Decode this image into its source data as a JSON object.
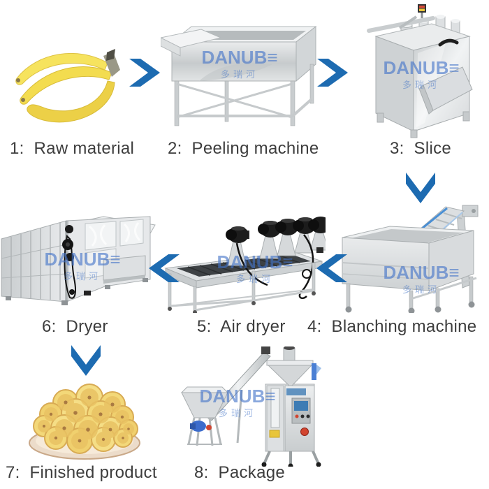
{
  "background": "#ffffff",
  "colors": {
    "arrow_blue": "#1d6bb1",
    "label_text": "#3d3d3d",
    "watermark_blue": "#4273c8"
  },
  "watermark": {
    "brand": "DANUBE",
    "brand_display": "DANUB≡",
    "chinese": "多瑞河"
  },
  "steps": [
    {
      "label": "1:  Raw material",
      "item": "bananas"
    },
    {
      "label": "2:  Peeling machine",
      "item": "peeling machine"
    },
    {
      "label": "3:  Slice",
      "item": "slicing machine"
    },
    {
      "label": "4:  Blanching machine",
      "item": "blanching machine"
    },
    {
      "label": "5:  Air dryer",
      "item": "air drying conveyor"
    },
    {
      "label": "6:  Dryer",
      "item": "tunnel dryer"
    },
    {
      "label": "7:  Finished product",
      "item": "banana chips"
    },
    {
      "label": "8:  Package",
      "item": "packing machine"
    }
  ],
  "arrows": [
    {
      "from": "1",
      "to": "2",
      "direction": "right"
    },
    {
      "from": "2",
      "to": "3",
      "direction": "right"
    },
    {
      "from": "3",
      "to": "4",
      "direction": "down"
    },
    {
      "from": "4",
      "to": "5",
      "direction": "left"
    },
    {
      "from": "5",
      "to": "6",
      "direction": "left"
    },
    {
      "from": "6",
      "to": "7",
      "direction": "down"
    }
  ]
}
